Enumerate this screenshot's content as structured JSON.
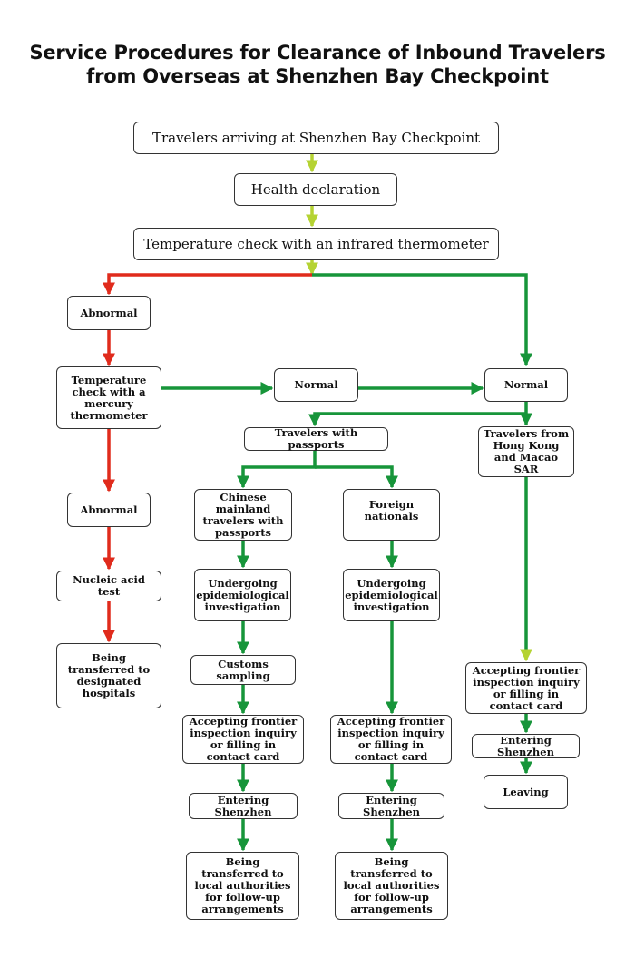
{
  "title": {
    "line1": "Service Procedures for Clearance of Inbound Travelers",
    "line2": "from Overseas at Shenzhen Bay Checkpoint"
  },
  "colors": {
    "red": "#e02b1c",
    "green": "#17953a",
    "lime": "#b5d333"
  },
  "nodes": {
    "arrive": "Travelers arriving at Shenzhen Bay Checkpoint",
    "health": "Health declaration",
    "infrared": "Temperature check with an infrared thermometer",
    "abnormal1": "Abnormal",
    "mercury": "Temperature check with a mercury thermometer",
    "normal_mid": "Normal",
    "normal_right": "Normal",
    "abnormal2": "Abnormal",
    "nucleic": "Nucleic acid test",
    "hospital": "Being transferred to designated hospitals",
    "passports": "Travelers with passports",
    "hkmacao": "Travelers from Hong Kong and Macao SAR",
    "mainland": "Chinese mainland travelers with passports",
    "foreign": "Foreign nationals",
    "epi1": "Undergoing epidemiological investigation",
    "epi2": "Undergoing epidemiological investigation",
    "customs": "Customs sampling",
    "frontier1": "Accepting frontier inspection inquiry or filling in contact card",
    "frontier2": "Accepting frontier inspection inquiry or filling in contact card",
    "frontier3": "Accepting frontier inspection inquiry or filling in contact card",
    "enter1": "Entering Shenzhen",
    "enter2": "Entering Shenzhen",
    "enter3": "Entering Shenzhen",
    "local1": "Being transferred to local authorities for follow-up arrangements",
    "local2": "Being transferred to local authorities for follow-up arrangements",
    "leaving": "Leaving"
  }
}
